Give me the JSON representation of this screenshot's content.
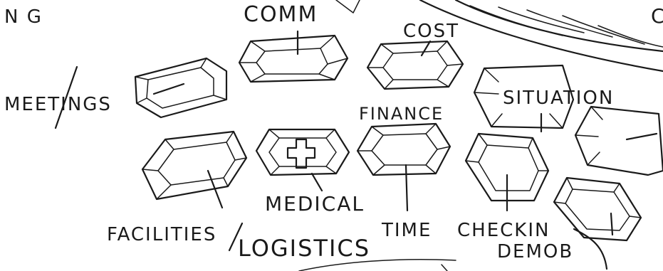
{
  "labels": {
    "ng": "N G",
    "comm": "COMM",
    "cost": "COST",
    "meetings": "MEETINGS",
    "situation": "SITUATION",
    "finance": "FINANCE",
    "medical": "MEDICAL",
    "facilities": "FACILITIES",
    "logistics": "LOGISTICS",
    "time": "TIME",
    "checkin": "CHECKIN",
    "demob": "DEMOB",
    "edge_letter": "C"
  },
  "icons": {
    "medical_symbol": "cross-icon"
  }
}
